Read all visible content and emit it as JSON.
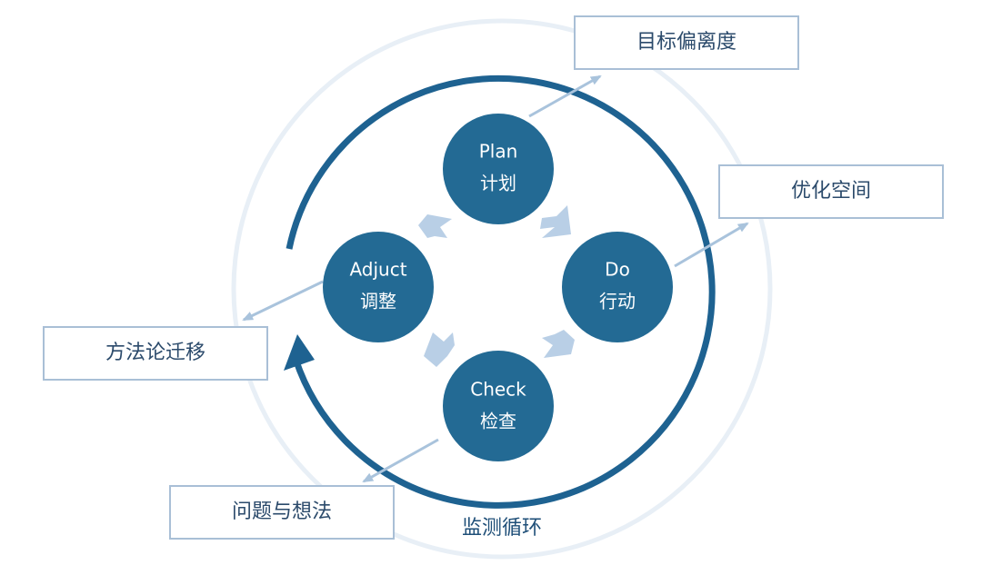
{
  "nodes": {
    "plan": {
      "en": "Plan",
      "zh": "计划"
    },
    "do": {
      "en": "Do",
      "zh": "行动"
    },
    "check": {
      "en": "Check",
      "zh": "检查"
    },
    "adjust": {
      "en": "Adjuct",
      "zh": "调整"
    }
  },
  "boxes": {
    "target_deviation": "目标偏离度",
    "optimization_space": "优化空间",
    "methodology_transfer": "方法论迁移",
    "issues_ideas": "问题与想法"
  },
  "loop_label": "监测循环",
  "colors": {
    "node_fill": "#236a94",
    "loop_stroke": "#1e6291",
    "halo_stroke": "#e8eff6",
    "cycle_arrow": "#b9cfe6",
    "connector": "#a9c3dc",
    "box_border": "#a9bfd6",
    "box_text": "#2b4a6b"
  }
}
